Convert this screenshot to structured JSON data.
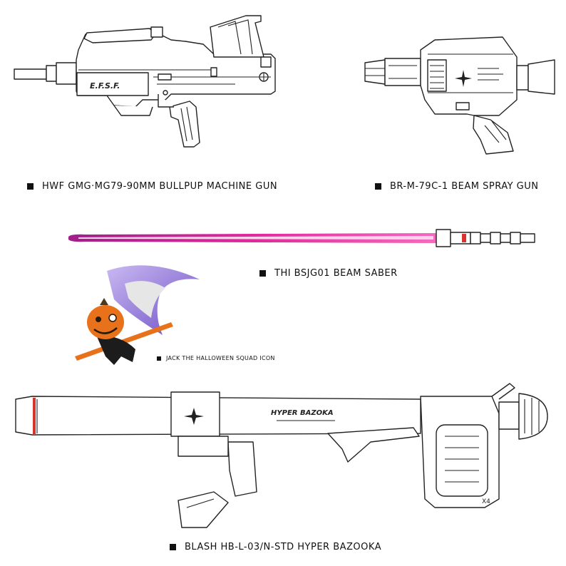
{
  "captions": {
    "machine_gun": "HWF GMG·MG79-90MM BULLPUP MACHINE GUN",
    "beam_spray_gun": "BR-M-79C-1 BEAM SPRAY GUN",
    "beam_saber": "THI BSJG01 BEAM SABER",
    "halloween_icon": "JACK THE HALLOWEEN SQUAD ICON",
    "hyper_bazooka": "BLASH HB-L-03/N-STD HYPER BAZOOKA"
  },
  "markings": {
    "machine_gun_stamp": "E.F.S.F.",
    "bazooka_title": "HYPER BAZOKA",
    "bazooka_magazine": "X4"
  },
  "icons": {
    "caption_bullet": "black-square-icon",
    "halloween": "pumpkin-reaper-icon",
    "federation_emblem": "federation-star-icon"
  },
  "colors": {
    "line": "#222222",
    "saber_glow": "#e0299c",
    "saber_core": "#fbd3ec",
    "accent_red": "#d9342b",
    "pumpkin": "#e8721c",
    "scythe_purple": "#8d6fd1"
  }
}
